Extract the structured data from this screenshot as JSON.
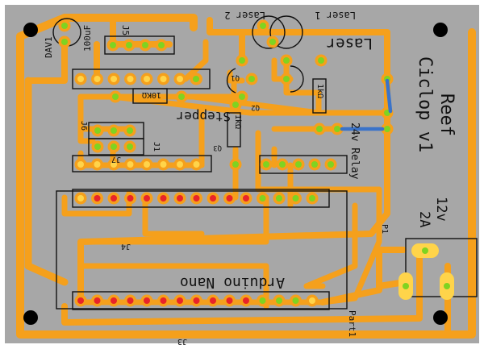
{
  "colors": {
    "board": "#a7a7a7",
    "trace": "#f5a01c",
    "pad_ring": "#f5a01c",
    "pad_core_green": "#7fd321",
    "pad_core_red": "#e8242a",
    "pad_core_yellow": "#ffd44a",
    "silkscreen": "#111111",
    "hole": "#000000",
    "jumper": "#3a73c9"
  },
  "labels": {
    "dav1": "DAV1",
    "cap_value": "100uF",
    "j5": "J5",
    "laser2": "Laser 2",
    "laser1": "Laser 1",
    "laser_big": "Laser",
    "r_10k": "10KΩ",
    "r_1k_a": "1kΩ",
    "r_1k_b": "1kΩ",
    "q1": "Q1",
    "q2": "Q2",
    "q3": "Q3",
    "stepper": "Stepper",
    "j6": "J6",
    "j1": "J1",
    "j7": "J7",
    "relay": "24v Relay",
    "title_line1": "Reef",
    "title_line2": "Ciclop v1",
    "j4": "J4",
    "arduino": "Arduino Nano",
    "j3": "J3",
    "power_v": "12v",
    "power_a": "2A",
    "p1": "P1",
    "part": "Part1"
  }
}
